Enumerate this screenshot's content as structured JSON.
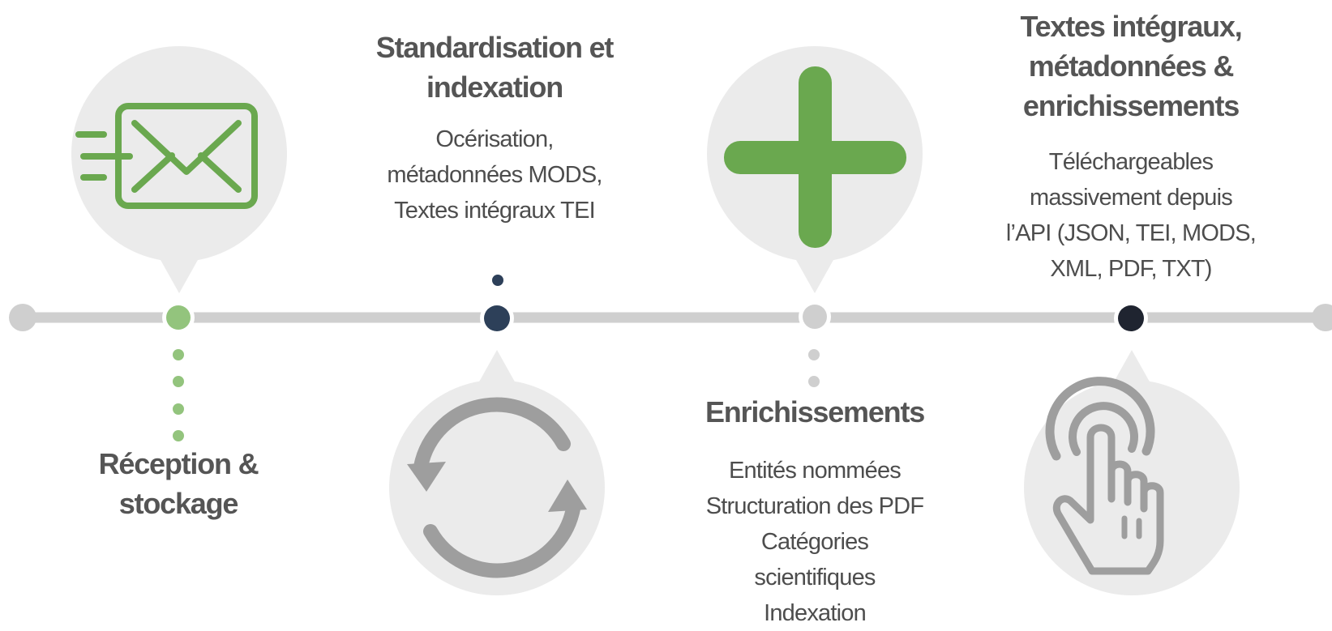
{
  "colors": {
    "track": "#cfcfcf",
    "bubble": "#ebebeb",
    "green": "#6aa84f",
    "green_light": "#93c47d",
    "navy": "#2d4059",
    "dark": "#1f2430",
    "grey_icon": "#9e9e9e"
  },
  "steps": [
    {
      "title": [
        "Réception &",
        "stockage"
      ],
      "description": [],
      "icon": "envelope-icon"
    },
    {
      "title": [
        "Standardisation et",
        "indexation"
      ],
      "description": [
        "Océrisation,",
        "métadonnées MODS,",
        "Textes intégraux TEI"
      ],
      "icon": "refresh-icon"
    },
    {
      "title": [
        "Enrichissements"
      ],
      "description": [
        "Entités nommées",
        "Structuration des PDF",
        "Catégories",
        "scientifiques",
        "Indexation"
      ],
      "icon": "plus-icon"
    },
    {
      "title": [
        "Textes intégraux,",
        "métadonnées &",
        "enrichissements"
      ],
      "description": [
        "Téléchargeables",
        "massivement depuis",
        "l’API (JSON, TEI, MODS,",
        "XML, PDF, TXT)"
      ],
      "icon": "touch-hand-icon"
    }
  ]
}
